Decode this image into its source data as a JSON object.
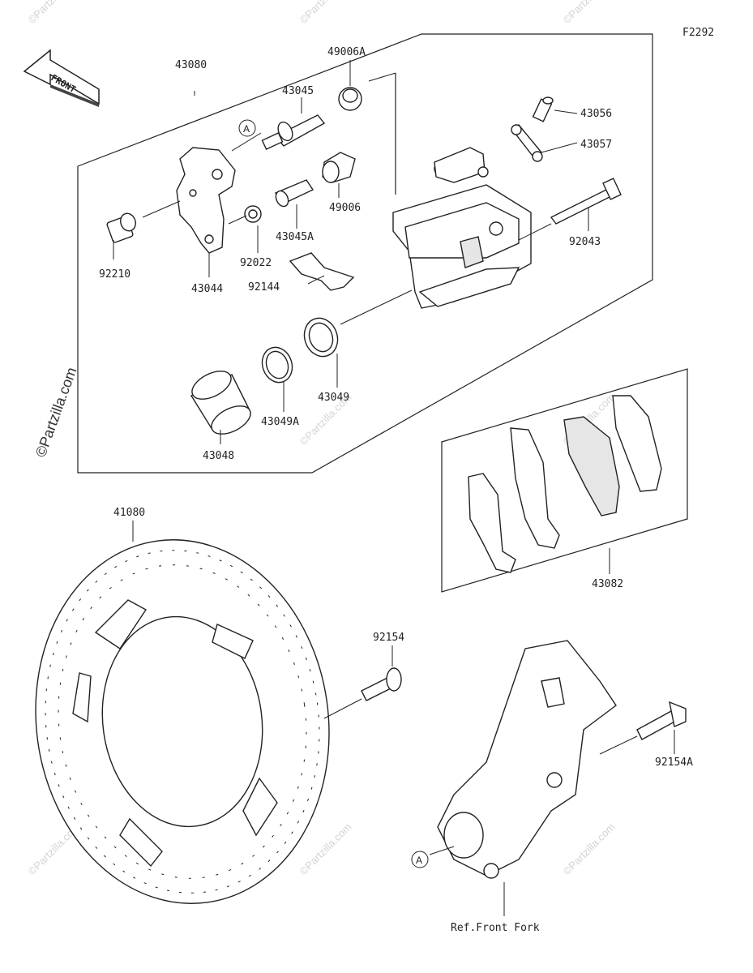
{
  "diagram": {
    "code": "F2292",
    "front_label": "FRONT",
    "watermark_vertical": "©Partzilla.com",
    "watermark_small": "©Partzilla.com",
    "callout_marker": "A",
    "ref_label": "Ref.Front Fork",
    "part_numbers": {
      "p43080": "43080",
      "p49006A": "49006A",
      "p43045": "43045",
      "p43056": "43056",
      "p43057": "43057",
      "p49006": "49006",
      "p43045A": "43045A",
      "p92043": "92043",
      "p92210": "92210",
      "p43044": "43044",
      "p92022": "92022",
      "p92144": "92144",
      "p43049": "43049",
      "p43049A": "43049A",
      "p43048": "43048",
      "p41080": "41080",
      "p43082": "43082",
      "p92154": "92154",
      "p92154A": "92154A"
    }
  }
}
